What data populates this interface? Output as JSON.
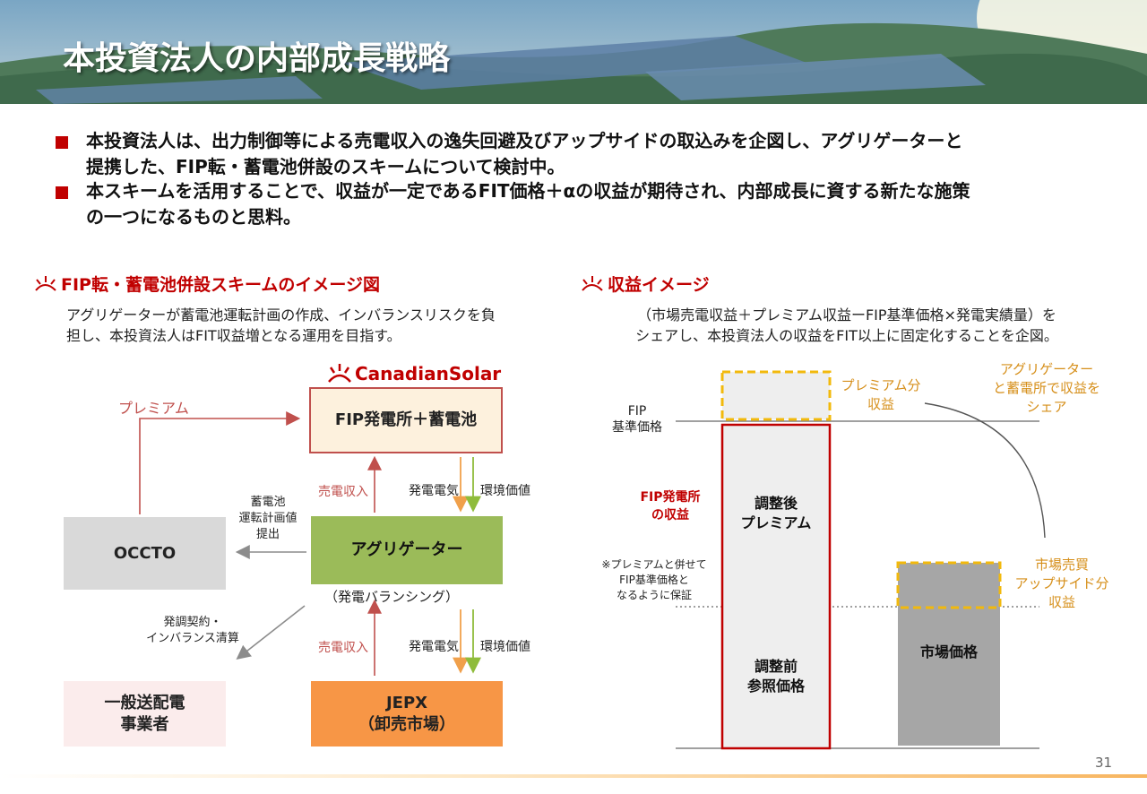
{
  "header": {
    "title": "本投資法人の内部成長戦略"
  },
  "bullets": [
    {
      "line1": "本投資法人は、出力制御等による売電収入の逸失回避及びアップサイドの取込みを企図し、アグリゲーターと",
      "line2": "提携した、FIP転・蓄電池併設のスキームについて検討中。"
    },
    {
      "line1": "本スキームを活用することで、収益が一定であるFIT価格＋αの収益が期待され、内部成長に資する新たな施策",
      "line2": "の一つになるものと思料。"
    }
  ],
  "left_section": {
    "title": "FIP転・蓄電池併設スキームのイメージ図",
    "desc_line1": "アグリゲーターが蓄電池運転計画の作成、インバランスリスクを負",
    "desc_line2": "担し、本投資法人はFIT収益増となる運用を目指す。",
    "logo_text": "CanadianSolar",
    "boxes": {
      "fip": "FIP発電所＋蓄電池",
      "aggregator": "アグリゲーター",
      "occto": "OCCTO",
      "transmission_line1": "一般送配電",
      "transmission_line2": "事業者",
      "jepx_line1": "JEPX",
      "jepx_line2": "（卸売市場）"
    },
    "labels": {
      "premium": "プレミアム",
      "sales_revenue_top": "売電収入",
      "power_top": "発電電気",
      "env_value_top": "環境価値",
      "plan_line1": "蓄電池",
      "plan_line2": "運転計画値",
      "plan_line3": "提出",
      "balancing": "（発電バランシング）",
      "contract_line1": "発調契約・",
      "contract_line2": "インバランス清算",
      "sales_revenue_bottom": "売電収入",
      "power_bottom": "発電電気",
      "env_value_bottom": "環境価値"
    },
    "colors": {
      "fip_fill": "#fdf1dd",
      "fip_border": "#c0504d",
      "aggregator": "#9bbb59",
      "jepx": "#f79646",
      "occto": "#d9d9d9",
      "transmission": "#fbecec",
      "orange_arrow": "#f0a04b",
      "green_arrow": "#8fbc3b"
    }
  },
  "right_section": {
    "title": "収益イメージ",
    "desc_line1": "（市場売電収益＋プレミアム収益ーFIP基準価格×発電実績量）を",
    "desc_line2": "シェアし、本投資法人の収益をFIT以上に固定化することを企図。",
    "labels": {
      "fip_base_line1": "FIP",
      "fip_base_line2": "基準価格",
      "premium_share_line1": "プレミアム分",
      "premium_share_line2": "収益",
      "aggregator_share_line1": "アグリゲーター",
      "aggregator_share_line2": "と蓄電所で収益を",
      "aggregator_share_line3": "シェア",
      "fip_revenue_line1": "FIP発電所",
      "fip_revenue_line2": "の収益",
      "adjusted_premium_line1": "調整後",
      "adjusted_premium_line2": "プレミアム",
      "note_line1": "※プレミアムと併せて",
      "note_line2": "FIP基準価格と",
      "note_line3": "なるように保証",
      "reference_price_line1": "調整前",
      "reference_price_line2": "参照価格",
      "market_upside_line1": "市場売買",
      "market_upside_line2": "アップサイド分",
      "market_upside_line3": "収益",
      "market_price": "市場価格"
    },
    "colors": {
      "dashed": "#f2b90c",
      "bar_light": "#eeeeee",
      "bar_dark": "#a6a6a6",
      "bar_border": "#c00000"
    }
  },
  "page_number": "31"
}
